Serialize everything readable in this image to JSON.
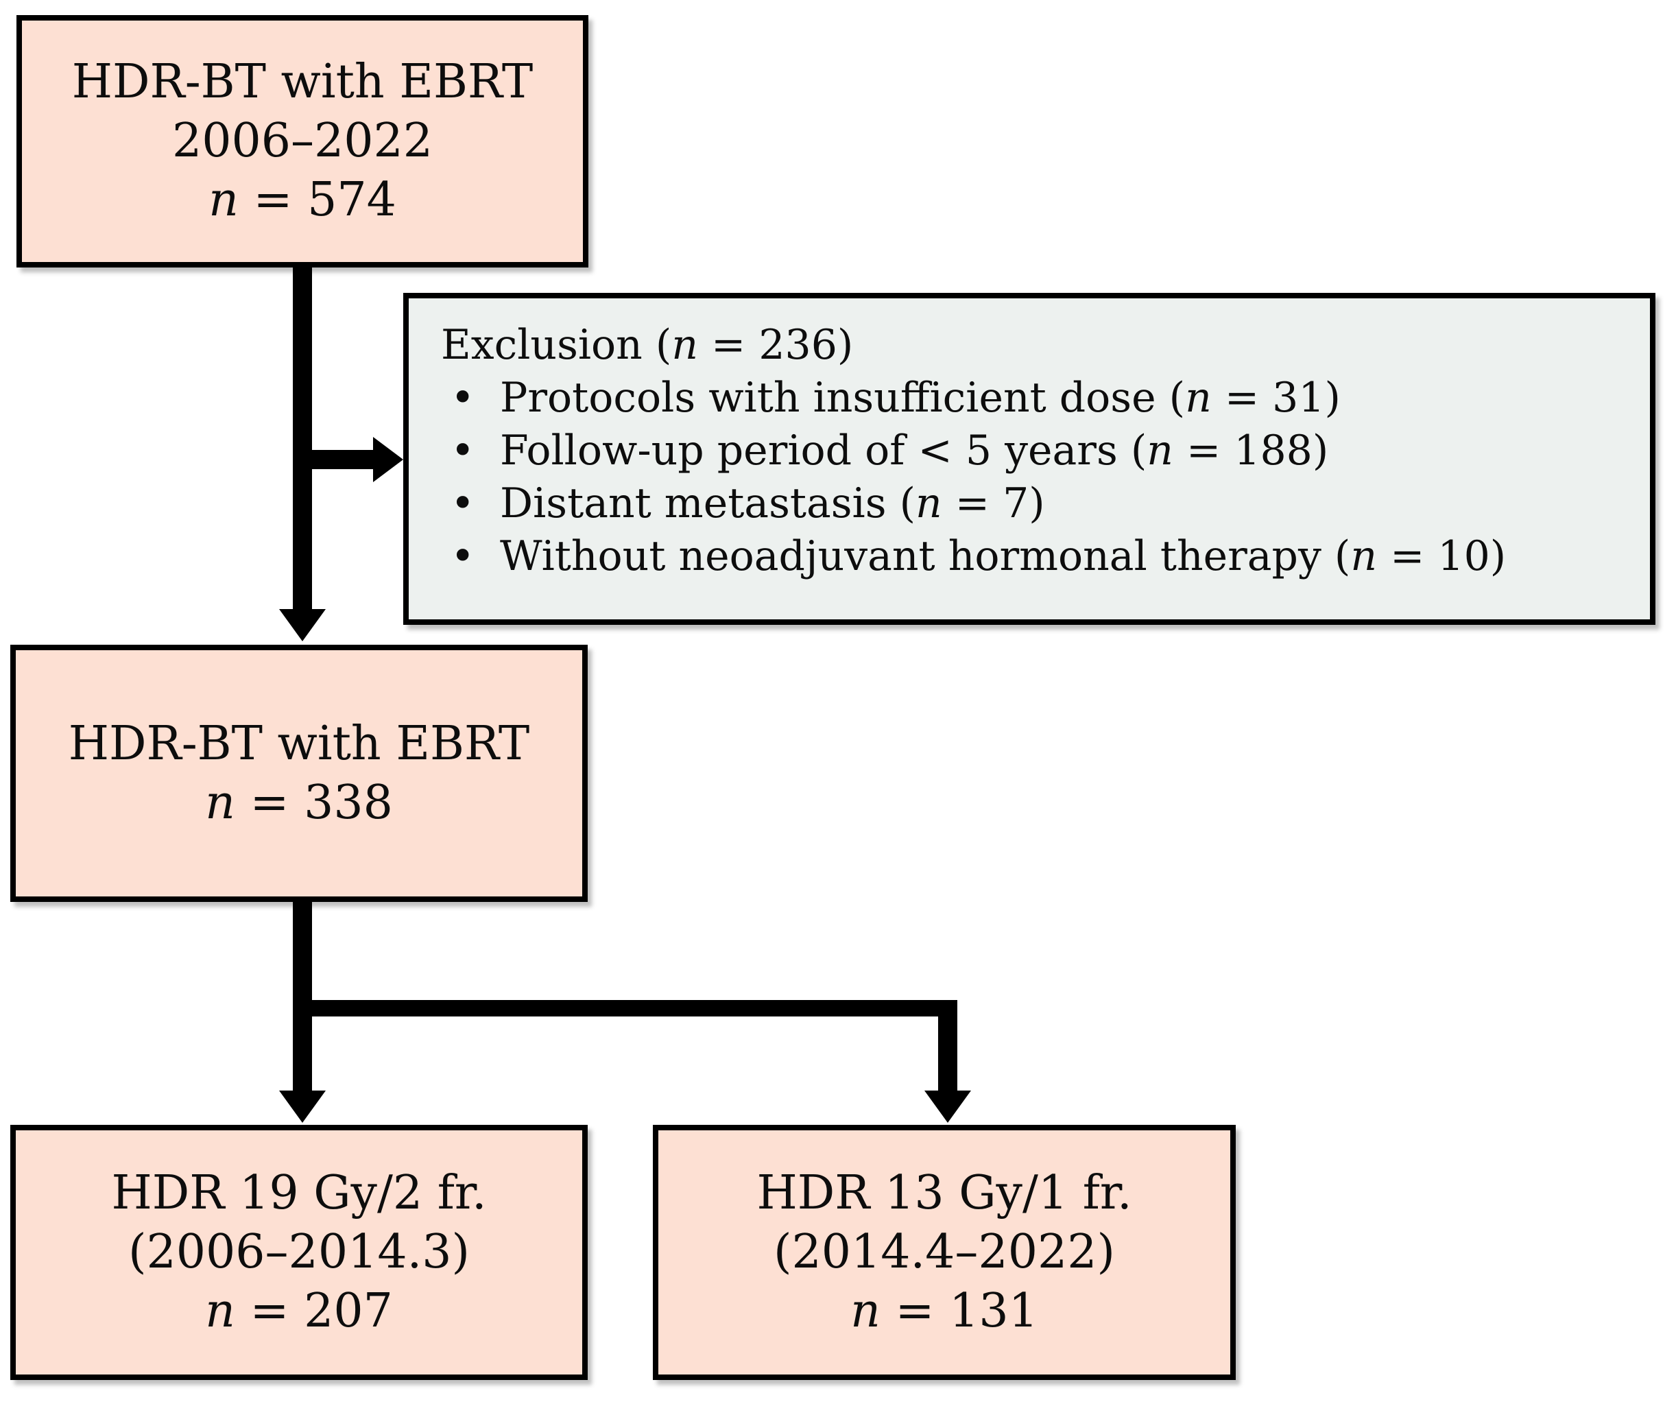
{
  "diagram": {
    "type": "patient-flow-chart",
    "colors": {
      "box_fill": "#FDE0D3",
      "exclusion_fill": "#EDF1EF",
      "border": "#000000",
      "arrow": "#000000",
      "background": "#FFFFFF"
    },
    "boxes": {
      "initial": {
        "line1": "HDR-BT with EBRT",
        "line2": "2006–2022",
        "n_italic": "n",
        "n_rest": " = 574"
      },
      "exclusion": {
        "header_pre": "Exclusion (",
        "n_italic": "n",
        "header_post": " = 236)",
        "bullet_glyph": "•",
        "items": [
          {
            "pre": "Protocols with insufficient dose (",
            "n_italic": "n",
            "post": " = 31)"
          },
          {
            "pre": "Follow-up period of < 5 years (",
            "n_italic": "n",
            "post": " = 188)"
          },
          {
            "pre": "Distant metastasis (",
            "n_italic": "n",
            "post": " = 7)"
          },
          {
            "pre": "Without neoadjuvant hormonal therapy (",
            "n_italic": "n",
            "post": " = 10)"
          }
        ]
      },
      "eligible": {
        "line1": "HDR-BT with EBRT",
        "n_italic": "n",
        "n_rest": " = 338"
      },
      "arm_19gy": {
        "line1": "HDR 19 Gy/2 fr.",
        "line2": "(2006–2014.3)",
        "n_italic": "n",
        "n_rest": " = 207"
      },
      "arm_13gy": {
        "line1": "HDR 13 Gy/1 fr.",
        "line2": "(2014.4–2022)",
        "n_italic": "n",
        "n_rest": " = 131"
      }
    }
  }
}
